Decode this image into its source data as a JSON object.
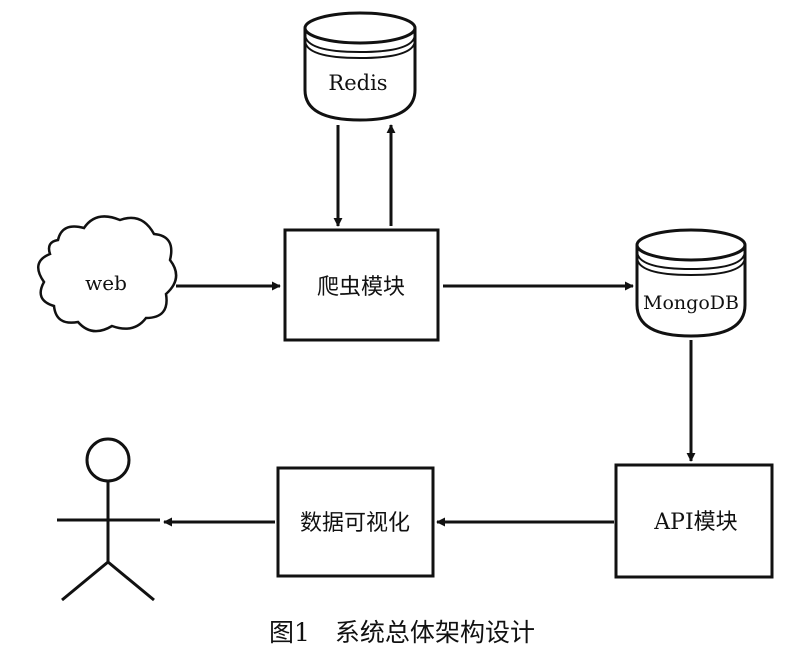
{
  "nodes": {
    "redis": {
      "label": "Redis",
      "shape": "database"
    },
    "web": {
      "label": "web",
      "shape": "cloud"
    },
    "crawler": {
      "label": "爬虫模块",
      "shape": "box"
    },
    "mongodb": {
      "label": "MongoDB",
      "shape": "database"
    },
    "api": {
      "label": "API模块",
      "shape": "box"
    },
    "viz": {
      "label": "数据可视化",
      "shape": "box"
    },
    "user": {
      "label": "",
      "shape": "actor"
    }
  },
  "edges": [
    {
      "from": "crawler",
      "to": "redis"
    },
    {
      "from": "redis",
      "to": "crawler"
    },
    {
      "from": "web",
      "to": "crawler"
    },
    {
      "from": "crawler",
      "to": "mongodb"
    },
    {
      "from": "mongodb",
      "to": "api"
    },
    {
      "from": "api",
      "to": "viz"
    },
    {
      "from": "viz",
      "to": "user"
    }
  ],
  "caption": "图1　系统总体架构设计"
}
